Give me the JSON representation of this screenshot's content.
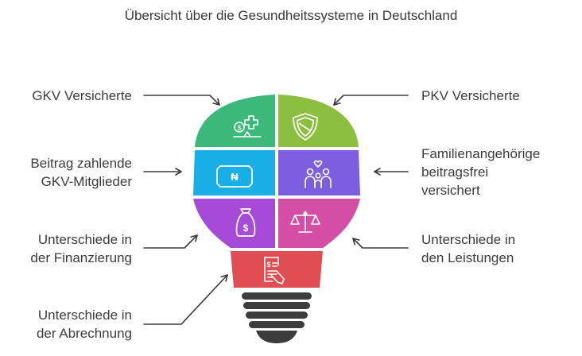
{
  "title": "Übersicht über die Gesundheitssysteme in Deutschland",
  "labels": {
    "gkv_insured": [
      "GKV Versicherte"
    ],
    "pkv_insured": [
      "PKV Versicherte"
    ],
    "gkv_paying": [
      "Beitrag zahlende",
      "GKV-Mitglieder"
    ],
    "family": [
      "Familienangehörige",
      "beitragsfrei",
      "versichert"
    ],
    "financing": [
      "Unterschiede in",
      "der Finanzierung"
    ],
    "benefits": [
      "Unterschiede in",
      "den Leistungen"
    ],
    "billing": [
      "Unterschiede in",
      "der Abrechnung"
    ]
  },
  "segments": {
    "gkv_insured": {
      "color": "#3bb87a",
      "icon": "money-health-icon"
    },
    "pkv_insured": {
      "color": "#8cbf3f",
      "icon": "shield-icon"
    },
    "gkv_paying": {
      "color": "#1aaee6",
      "icon": "naira-note-icon"
    },
    "family": {
      "color": "#7b5fe0",
      "icon": "family-heart-icon"
    },
    "financing": {
      "color": "#a64bd8",
      "icon": "money-bag-icon"
    },
    "benefits": {
      "color": "#d54ea6",
      "icon": "balance-scale-icon"
    },
    "billing": {
      "color": "#e04e54",
      "icon": "invoice-icon"
    }
  },
  "base_color": "#3d3d3d",
  "arrow_color": "#3a3a3a"
}
